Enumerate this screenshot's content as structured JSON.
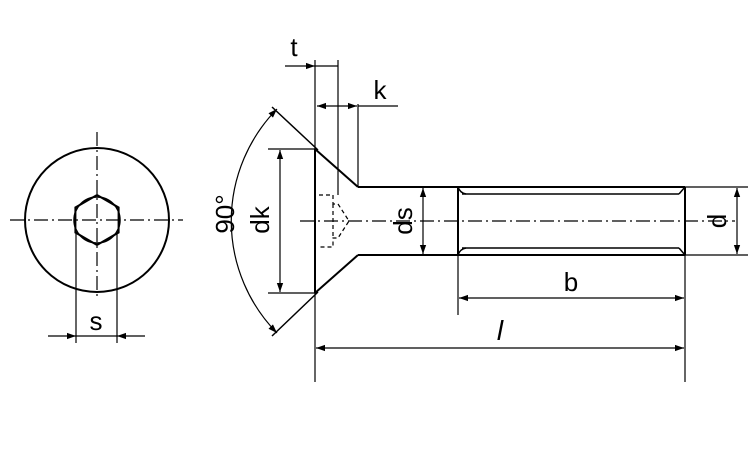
{
  "labels": {
    "s": "s",
    "t": "t",
    "k": "k",
    "angle": "90°",
    "dk": "dk",
    "ds": "ds",
    "d": "d",
    "b": "b",
    "l": "l"
  }
}
